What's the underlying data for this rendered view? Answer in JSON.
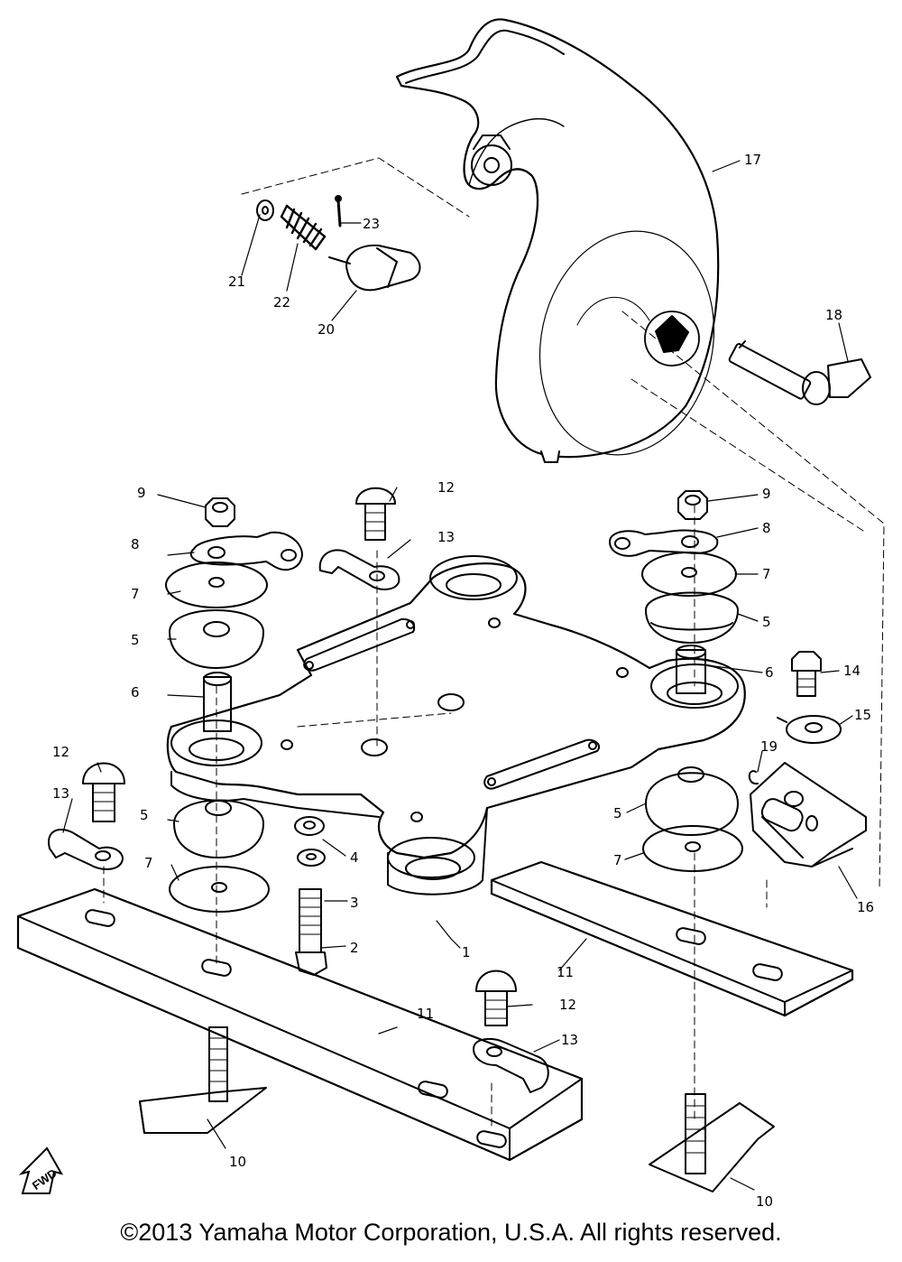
{
  "diagram": {
    "callouts": {
      "c1": "1",
      "c2": "2",
      "c3": "3",
      "c4": "4",
      "c5_left_top": "5",
      "c5_left_bottom": "5",
      "c5_right_top": "5",
      "c5_right_bottom": "5",
      "c6_left": "6",
      "c6_right": "6",
      "c7_left_top": "7",
      "c7_left_bottom": "7",
      "c7_right_top": "7",
      "c7_right_bottom": "7",
      "c8_left": "8",
      "c8_right": "8",
      "c9_left": "9",
      "c9_right": "9",
      "c10_left": "10",
      "c10_right": "10",
      "c11_left": "11",
      "c11_right": "11",
      "c12_top": "12",
      "c12_left": "12",
      "c12_bottom": "12",
      "c13_top": "13",
      "c13_left": "13",
      "c13_bottom": "13",
      "c14": "14",
      "c15": "15",
      "c16": "16",
      "c17": "17",
      "c18": "18",
      "c19": "19",
      "c20": "20",
      "c21": "21",
      "c22": "22",
      "c23": "23"
    },
    "fwd_label": "FWD",
    "copyright": "©2013 Yamaha Motor Corporation, U.S.A. All rights reserved."
  }
}
